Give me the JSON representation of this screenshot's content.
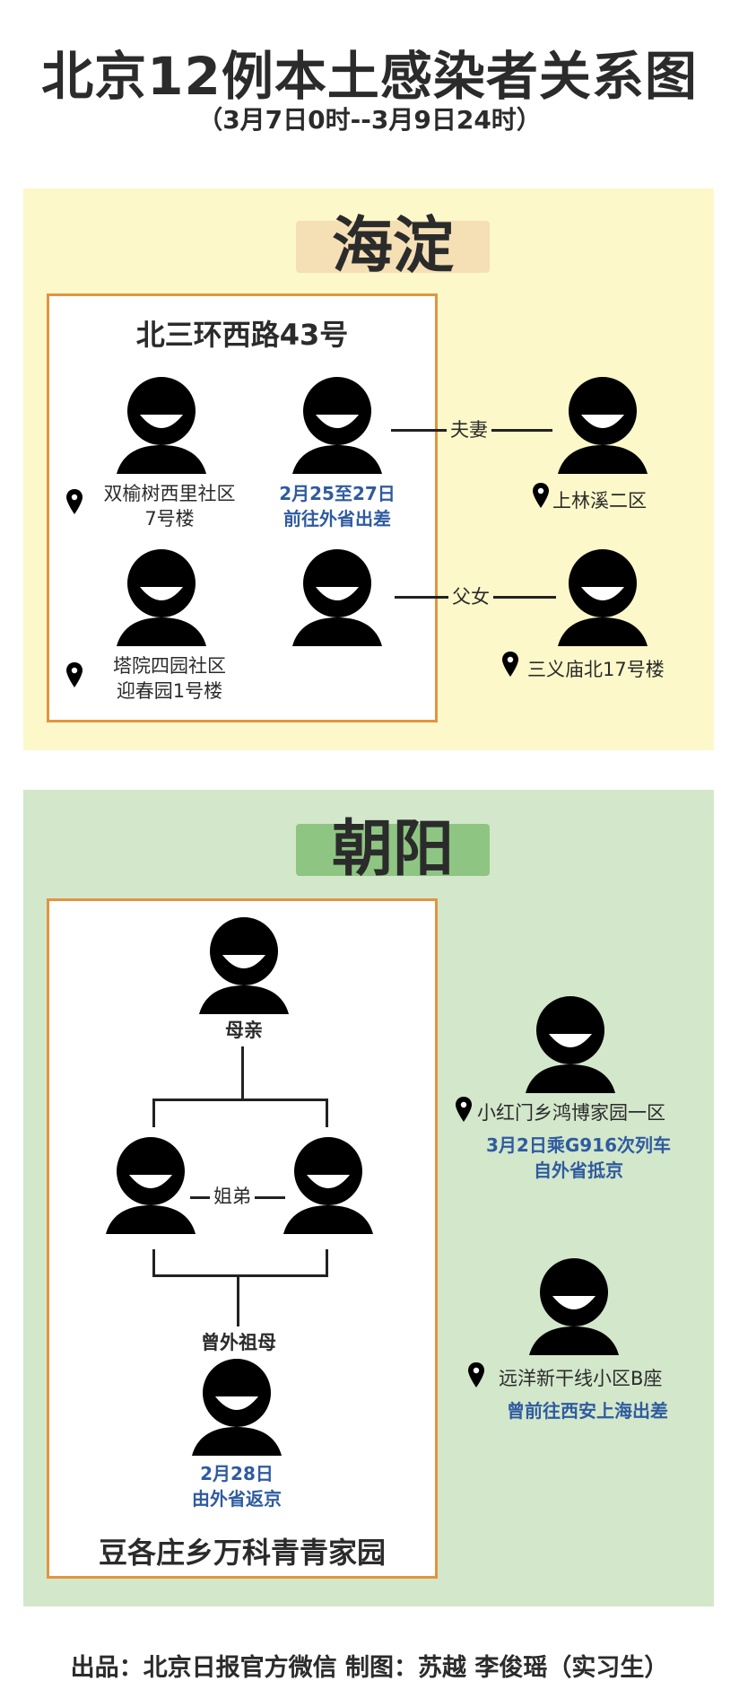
{
  "title": "北京12例本土感染者关系图",
  "subtitle": "（3月7日0时--3月9日24时）",
  "haidian": {
    "district": "海淀",
    "box_title": "北三环西路43号",
    "person1_loc_line1": "双榆树西里社区",
    "person1_loc_line2": "7号楼",
    "person2_note_line1": "2月25至27日",
    "person2_note_line2": "前往外省出差",
    "relation1": "夫妻",
    "relation1_loc": "上林溪二区",
    "person3_loc_line1": "塔院四园社区",
    "person3_loc_line2": "迎春园1号楼",
    "relation2": "父女",
    "relation2_loc": "三义庙北17号楼"
  },
  "chaoyang": {
    "district": "朝阳",
    "mother": "母亲",
    "siblings": "姐弟",
    "great_grandmother": "曾外祖母",
    "ggm_note_line1": "2月28日",
    "ggm_note_line2": "由外省返京",
    "box_title": "豆各庄乡万科青青家园",
    "right1_loc": "小红门乡鸿博家园一区",
    "right1_note_line1": "3月2日乘G916次列车",
    "right1_note_line2": "自外省抵京",
    "right2_loc": "远洋新干线小区B座",
    "right2_note": "曾前往西安上海出差"
  },
  "footer": "出品：北京日报官方微信  制图：苏越 李俊瑶（实习生）",
  "colors": {
    "haidian_bg": "#fcf8c9",
    "chaoyang_bg": "#d3e7cb",
    "box_border": "#e39440",
    "note_blue": "#2f5ba0"
  }
}
